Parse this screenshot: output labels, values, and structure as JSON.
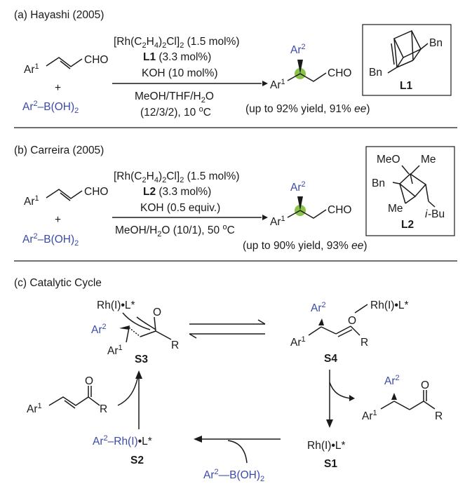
{
  "sections": {
    "a": {
      "title": "(a) Hayashi (2005)",
      "reagent_line1": "[Rh(C2H4)2Cl]2 (1.5 mol%)",
      "reagent_line2_label": "L1",
      "reagent_line2_rest": "(3.3 mol%)",
      "reagent_line3": "KOH (10 mol%)",
      "solvent_line1": "MeOH/THF/H2O",
      "solvent_line2": "(12/3/2), 10 °C",
      "yield": "(up to 92% yield, 91% ee)",
      "ligand_label": "L1",
      "ligand_sub": "Bn"
    },
    "b": {
      "title": "(b) Carreira (2005)",
      "reagent_line1": "[Rh(C2H4)2Cl]2 (1.5 mol%)",
      "reagent_line2_label": "L2",
      "reagent_line2_rest": "(3.3 mol%)",
      "reagent_line3": "KOH (0.5 equiv.)",
      "solvent_line1": "MeOH/H2O (10/1), 50 °C",
      "yield": "(up to 90% yield, 93% ee)",
      "ligand_label": "L2",
      "ligand_meo": "MeO",
      "ligand_me": "Me",
      "ligand_bn": "Bn",
      "ligand_ibu": "i-Bu"
    },
    "c": {
      "title": "(c) Catalytic Cycle",
      "s1": "S1",
      "s2": "S2",
      "s3": "S3",
      "s4": "S4",
      "rh_l": "Rh(I)•L*",
      "ar2_rh": "Ar2–Rh(I)•L*",
      "boron": "Ar2—B(OH)2"
    }
  },
  "atoms": {
    "ar1": "Ar1",
    "ar2": "Ar2",
    "cho": "CHO",
    "plus": "+",
    "boronic": "Ar2–B(OH)2",
    "r": "R",
    "o": "O"
  },
  "colors": {
    "text": "#1a1a1a",
    "aryl_blue": "#3b4aa8",
    "stereo_green": "#8bc34a"
  }
}
